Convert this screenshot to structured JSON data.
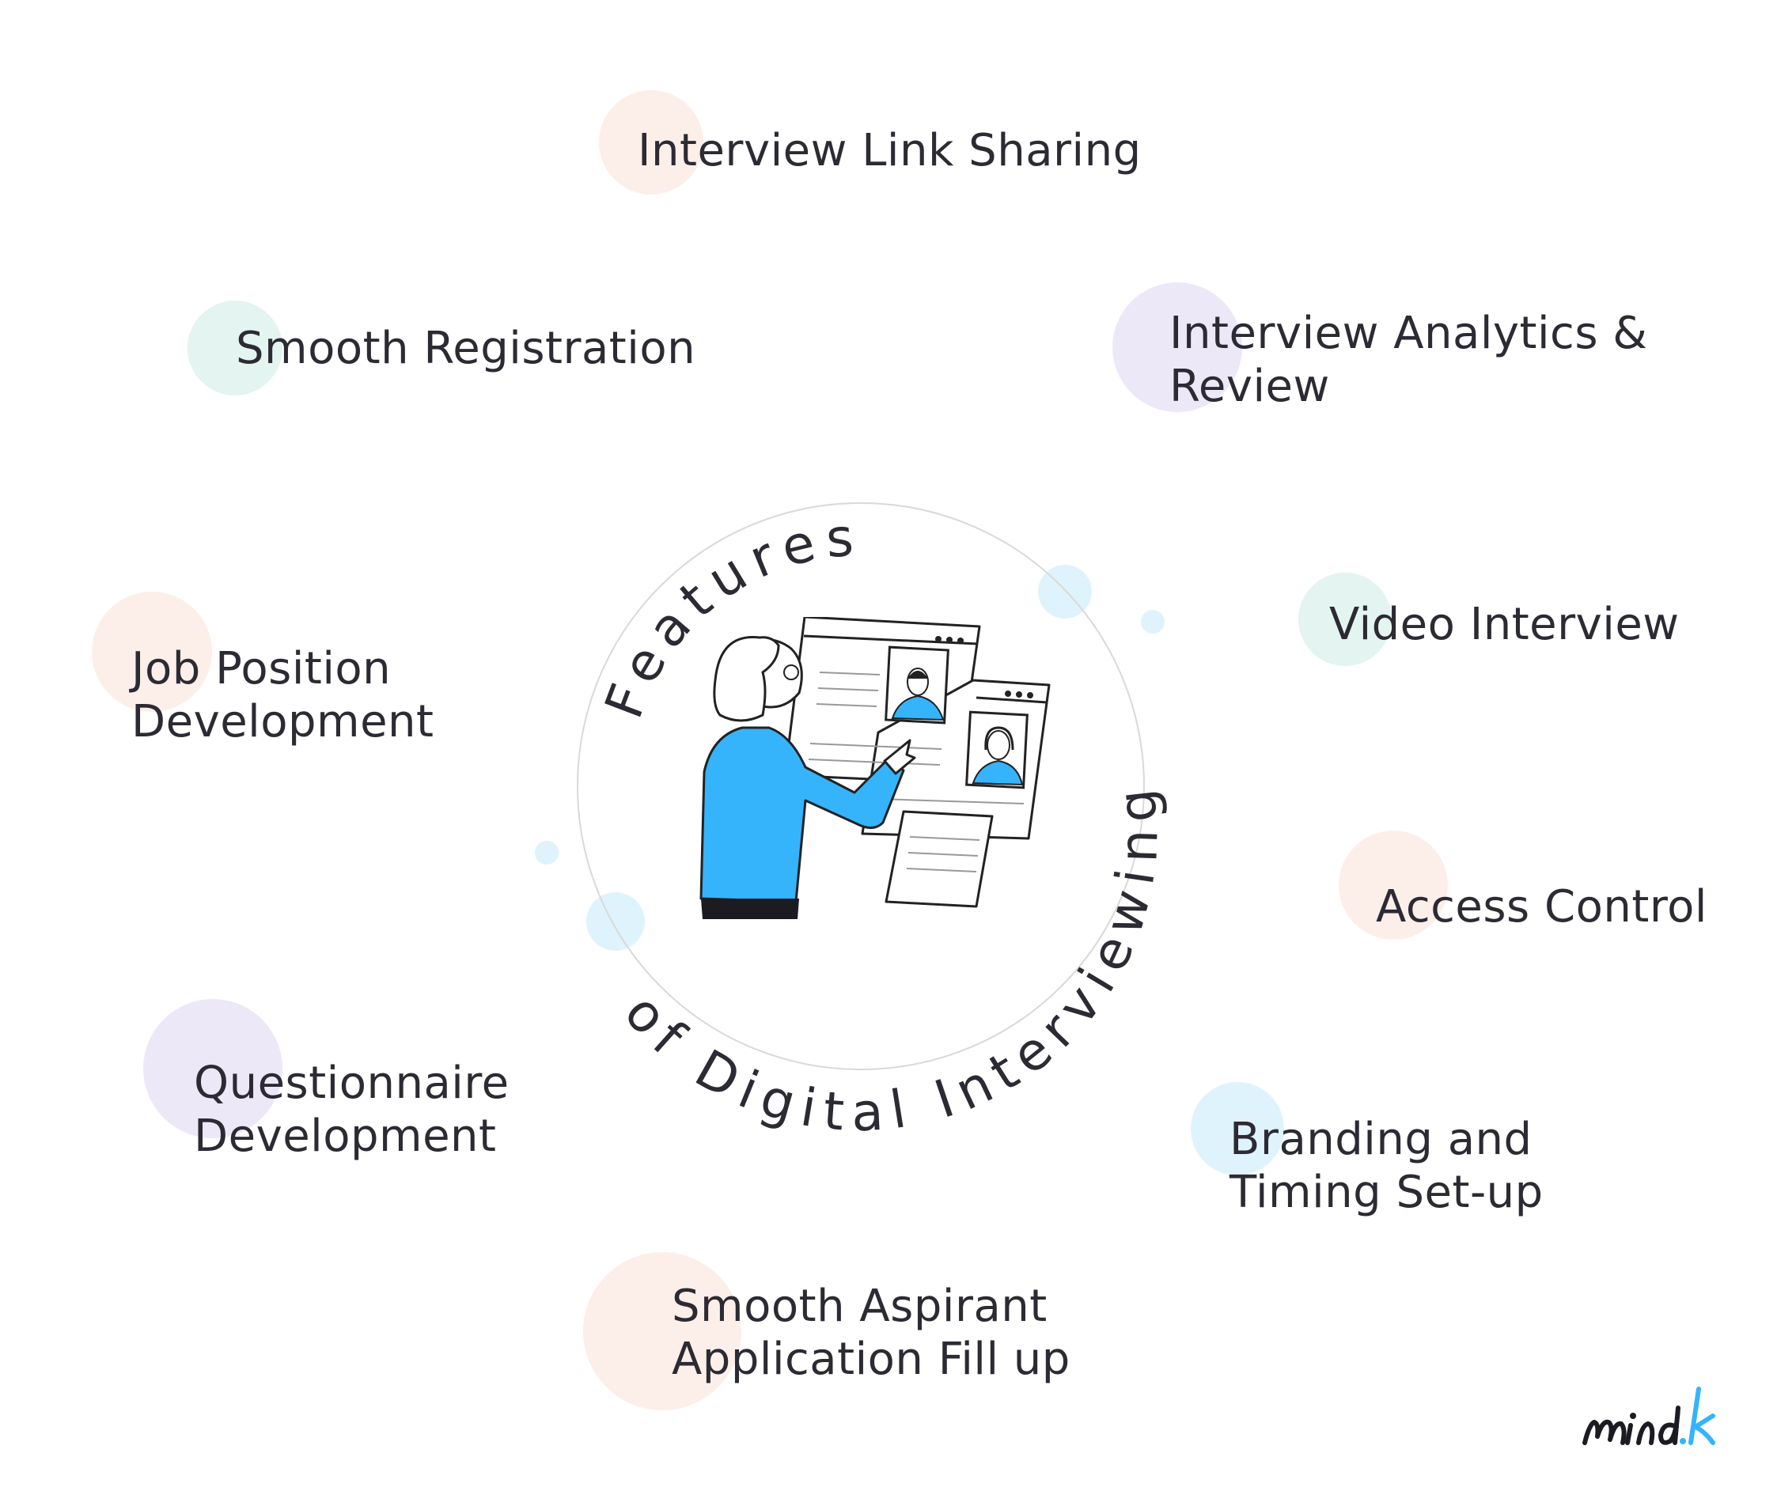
{
  "title_top": "Features",
  "title_bottom": "of Digital Interviewing",
  "features": [
    {
      "lines": [
        "Interview Link Sharing"
      ]
    },
    {
      "lines": [
        "Smooth Registration"
      ]
    },
    {
      "lines": [
        "Interview Analytics &",
        "Review"
      ]
    },
    {
      "lines": [
        "Job Position",
        "Development"
      ]
    },
    {
      "lines": [
        "Video Interview"
      ]
    },
    {
      "lines": [
        "Access Control"
      ]
    },
    {
      "lines": [
        "Questionnaire",
        "Development"
      ]
    },
    {
      "lines": [
        "Branding and",
        "Timing Set-up"
      ]
    },
    {
      "lines": [
        "Smooth Aspirant",
        "Application Fill up"
      ]
    }
  ],
  "logo_text": "mind k",
  "colors": {
    "peach": "#fcefe9",
    "mint": "#e3f4f1",
    "lavender": "#ece8f7",
    "sky": "#dff3fc",
    "accent_blue": "#35b4fc",
    "ring": "#d9d9d9",
    "text": "#2c2a33"
  },
  "icons": [
    "person-at-screens-illustration"
  ]
}
